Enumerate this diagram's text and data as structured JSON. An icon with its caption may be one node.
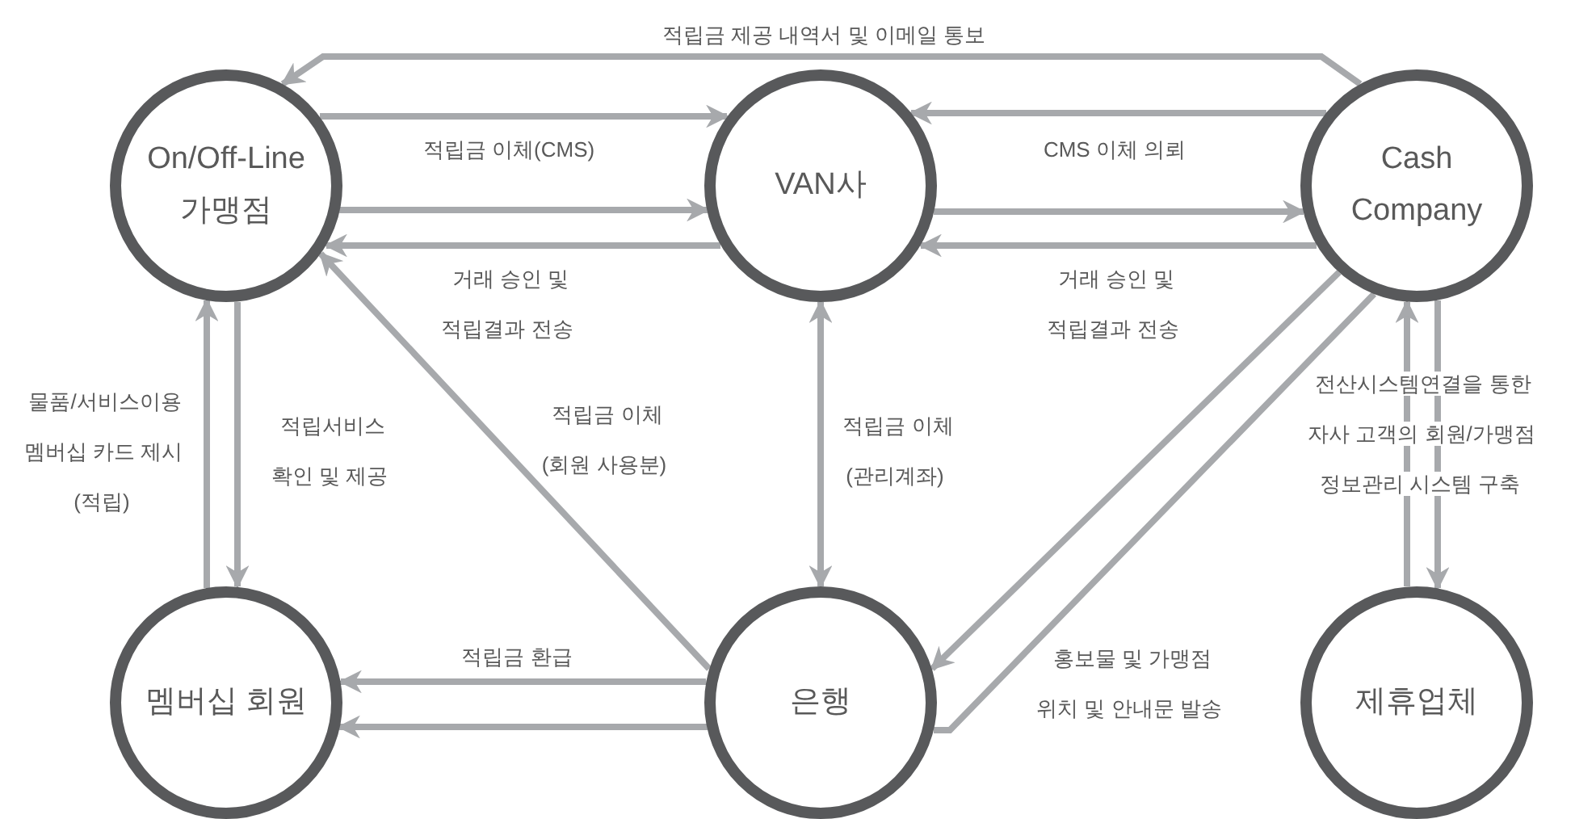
{
  "diagram": {
    "nodes": [
      {
        "text": [
          "On/Off-Line 가맹점"
        ]
      },
      {
        "text": [
          "VAN사"
        ]
      },
      {
        "text": [
          "Cash Company"
        ]
      },
      {
        "text": [
          "멤버십 회원"
        ]
      },
      {
        "text": [
          "은행"
        ]
      },
      {
        "text": [
          "제휴업체"
        ]
      }
    ],
    "edges": [
      {
        "from": 2,
        "to": 0,
        "arrow": "to",
        "label": "적립금 제공 내역서 및 이메일 통보"
      },
      {
        "from": 0,
        "to": 1,
        "arrow": "to",
        "label": "적립금 이체(CMS)"
      },
      {
        "from": 0,
        "to": 1,
        "arrow": "to"
      },
      {
        "from": 1,
        "to": 0,
        "arrow": "to",
        "label": "거래 승인 및 적립결과 전송"
      },
      {
        "from": 2,
        "to": 1,
        "arrow": "to",
        "label": "CMS 이체 의뢰"
      },
      {
        "from": 1,
        "to": 2,
        "arrow": "to"
      },
      {
        "from": 2,
        "to": 1,
        "arrow": "to",
        "label": "거래 승인 및 적립결과 전송"
      },
      {
        "from": 3,
        "to": 0,
        "arrow": "to",
        "label": "물품/서비스이용 멤버십 카드 제시 (적립)"
      },
      {
        "from": 0,
        "to": 3,
        "arrow": "to",
        "label": "적립서비스 확인 및 제공"
      },
      {
        "from": 4,
        "to": 0,
        "arrow": "to",
        "label": "적립금 이체 (회원 사용분)"
      },
      {
        "from": 1,
        "to": 4,
        "arrow": "both",
        "label": "적립금 이체 (관리계좌)"
      },
      {
        "from": 2,
        "to": 4,
        "arrow": "to"
      },
      {
        "from": 4,
        "to": 2,
        "arrow": "none",
        "label": "홍보물 및 가맹점 위치 및 안내문 발송"
      },
      {
        "from": 5,
        "to": 2,
        "arrow": "to",
        "label": "전산시스템연결을 통한 자사 고객의 회원/가맹점 정보관리 시스템 구축"
      },
      {
        "from": 2,
        "to": 5,
        "arrow": "to"
      },
      {
        "from": 4,
        "to": 3,
        "arrow": "to",
        "label": "적립금 환급"
      },
      {
        "from": 4,
        "to": 3,
        "arrow": "to"
      }
    ]
  }
}
